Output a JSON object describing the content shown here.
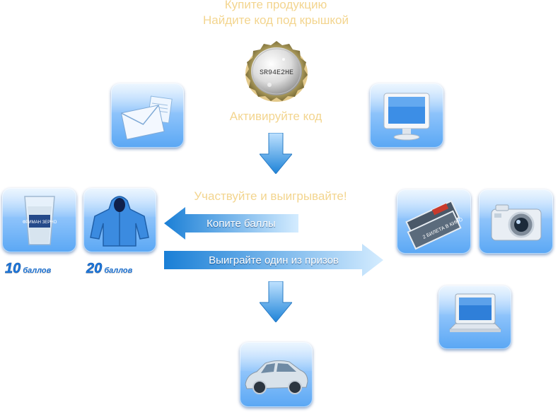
{
  "steps": {
    "buy": "Купите продукцию",
    "find_code": "Найдите код под крышкой",
    "activate": "Активируйте код",
    "participate": "Участвуйте и выигрывайте!",
    "collect": "Копите баллы",
    "win_prize": "Выиграйте один из призов"
  },
  "cap": {
    "code": "SR94E2HE"
  },
  "rewards": [
    {
      "number": "10",
      "unit": "баллов"
    },
    {
      "number": "20",
      "unit": "баллов"
    }
  ],
  "glass": {
    "label": "ФРИМАН ЗЕРНО"
  },
  "tickets": {
    "text": "2 БИЛЕТА В КИНО"
  },
  "icons": {
    "envelope": "envelope-icon",
    "monitor": "monitor-icon",
    "beer_glass": "beer-glass-icon",
    "jacket": "hoodie-icon",
    "tickets": "cinema-tickets-icon",
    "camera": "camera-icon",
    "laptop": "laptop-icon",
    "car": "car-icon",
    "bottle_cap": "bottle-cap-icon"
  },
  "colors": {
    "accent_yellow": "#f3d58f",
    "arrow_blue": "#1f86d6",
    "tile_blue": "#5aa7f4"
  }
}
